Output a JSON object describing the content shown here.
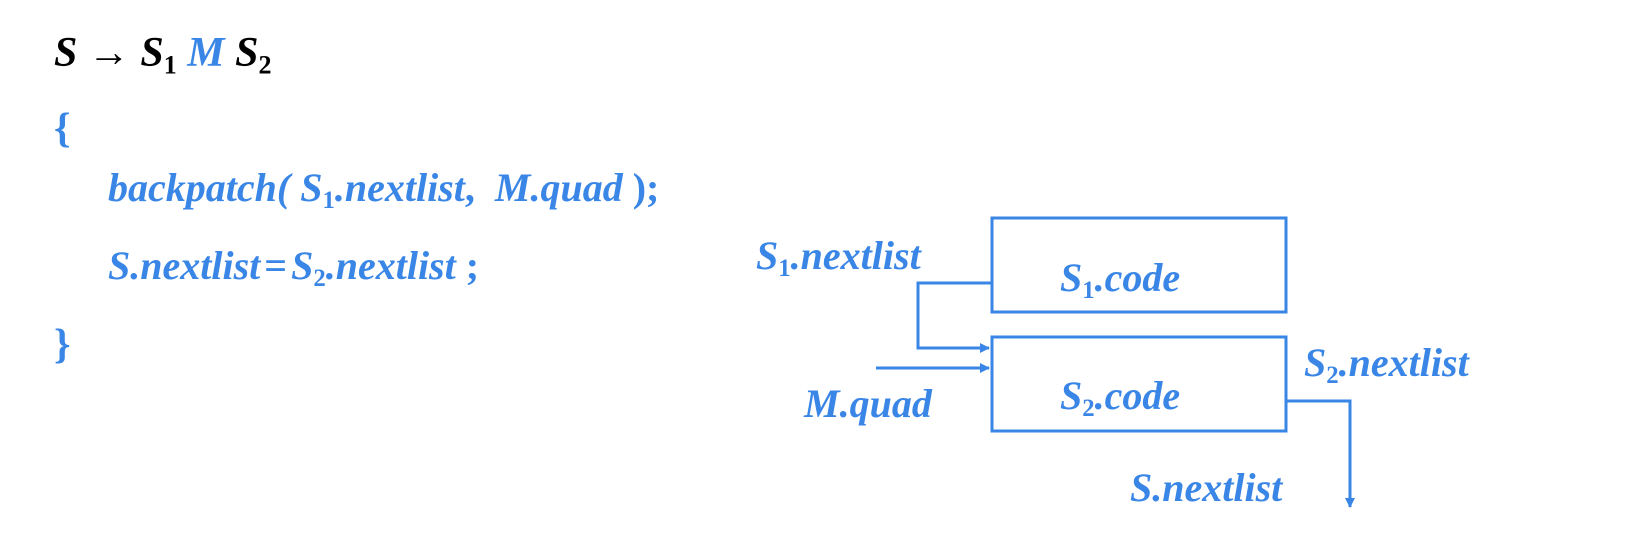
{
  "production": {
    "lhs": "S",
    "arrow": "→",
    "s1": "S",
    "s1_sub": "1",
    "m": "M",
    "s2": "S",
    "s2_sub": "2"
  },
  "rule": {
    "open_brace": "{",
    "close_brace": "}",
    "line1": {
      "func": "backpatch(",
      "arg1_s": "S",
      "arg1_sub": "1",
      "arg1_field": ".nextlist",
      "comma": ",",
      "arg2": "M.quad",
      "close": ");"
    },
    "line2": {
      "lhs": "S.nextlist",
      "eq": "=",
      "rhs_s": "S",
      "rhs_sub": "2",
      "rhs_field": ".nextlist",
      "semi": ";"
    }
  },
  "diagram": {
    "box1": {
      "s": "S",
      "sub": "1",
      "field": ".code"
    },
    "box2": {
      "s": "S",
      "sub": "2",
      "field": ".code"
    },
    "label_s1_nextlist": {
      "s": "S",
      "sub": "1",
      "field": ".nextlist"
    },
    "label_s2_nextlist": {
      "s": "S",
      "sub": "2",
      "field": ".nextlist"
    },
    "label_mquad": "M.quad",
    "label_snextlist": "S.nextlist",
    "color": "#3a86e6"
  }
}
